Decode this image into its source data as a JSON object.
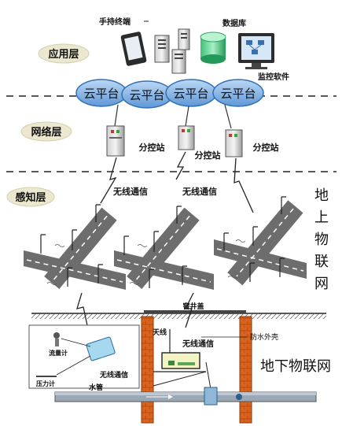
{
  "layers": {
    "application": "应用层",
    "network": "网络层",
    "sensing": "感知层"
  },
  "app": {
    "handheld": "手持终端",
    "database": "数据库",
    "monitor": "监控软件"
  },
  "cloud": {
    "labels": [
      "云平台",
      "云平台",
      "云平台",
      "云平台"
    ]
  },
  "network": {
    "substation": "分控站"
  },
  "sensing": {
    "wireless_left": "无线通信",
    "wireless_right": "无线通信",
    "side_label": [
      "地",
      "上",
      "物",
      "联",
      "网"
    ]
  },
  "underground": {
    "manhole_cover": "窨井盖",
    "antenna": "天线",
    "wireless_box": "无线通信",
    "waterproof": "防水外壳",
    "flowmeter": "流量计",
    "pressure_gauge": "压力计",
    "wireless_left": "无线通信",
    "pipe": "水管",
    "title": "地下物联网"
  },
  "colors": {
    "cloud_fill": "#7fb2e6",
    "cloud_stroke": "#2f6fb3",
    "layer_badge": "#ece7cf",
    "brick": "#d9621d",
    "road": "#6d6d6d",
    "dash": "#222222"
  }
}
